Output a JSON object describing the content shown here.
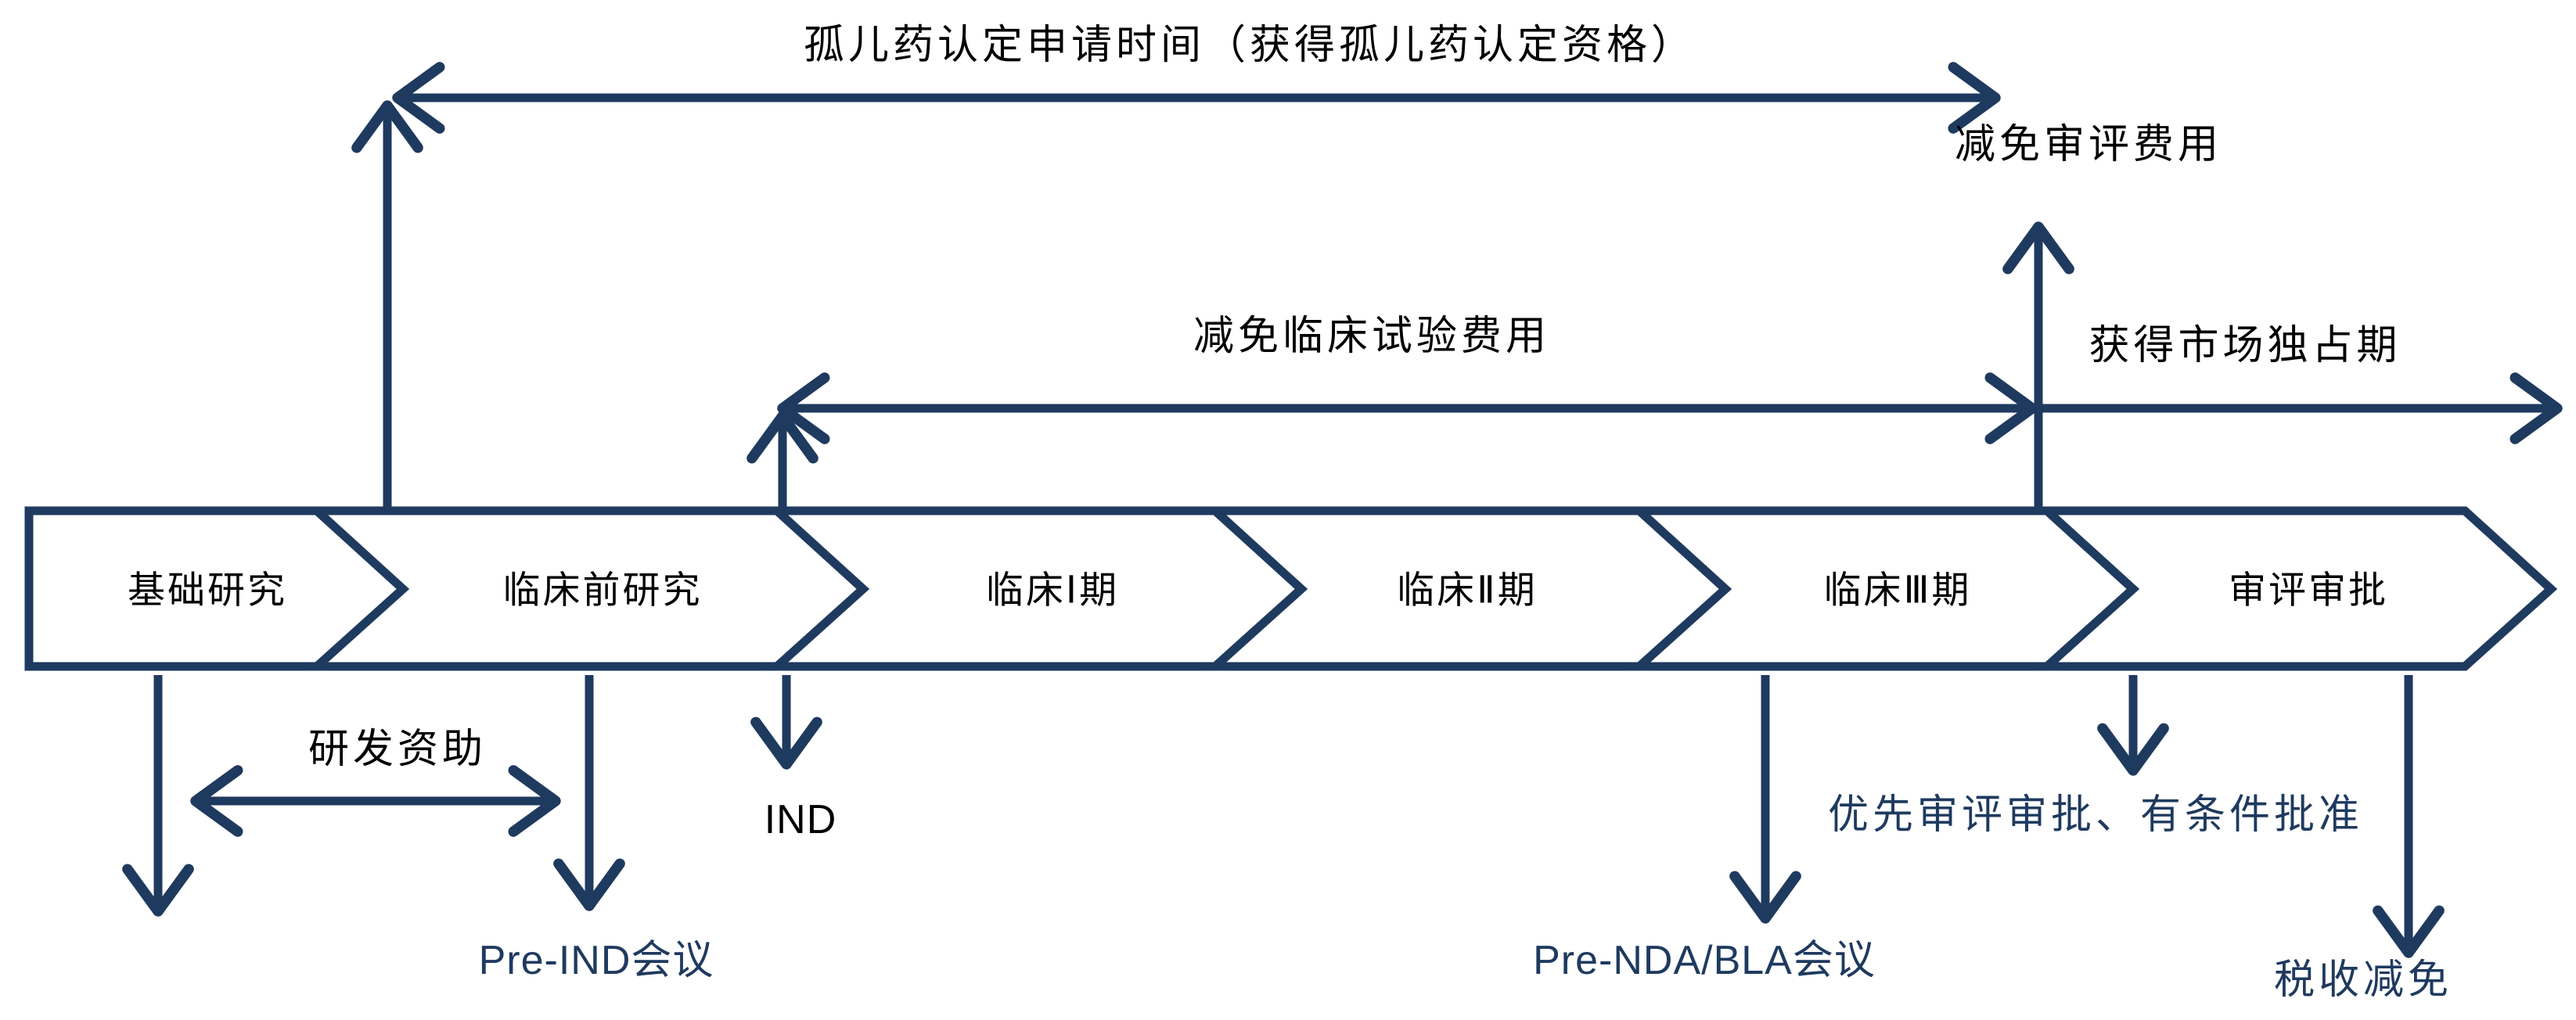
{
  "title": "孤儿药认定申请时间（获得孤儿药认定资格）",
  "stages": [
    "基础研究",
    "临床前研究",
    "临床Ⅰ期",
    "临床Ⅱ期",
    "临床Ⅲ期",
    "审评审批"
  ],
  "annotations": {
    "review_fee_waiver": "减免审评费用",
    "clinical_trial_fee_waiver": "减免临床试验费用",
    "market_exclusivity": "获得市场独占期",
    "rd_funding": "研发资助",
    "ind": "IND",
    "pre_ind_meeting": "Pre-IND会议",
    "pre_nda_bla_meeting": "Pre-NDA/BLA会议",
    "priority_review": "优先审评审批、有条件批准",
    "tax_relief": "税收减免"
  },
  "colors": {
    "line": "#1f3a5f",
    "text_black": "#000000",
    "text_navy": "#1f3a5f",
    "background": "#ffffff"
  }
}
